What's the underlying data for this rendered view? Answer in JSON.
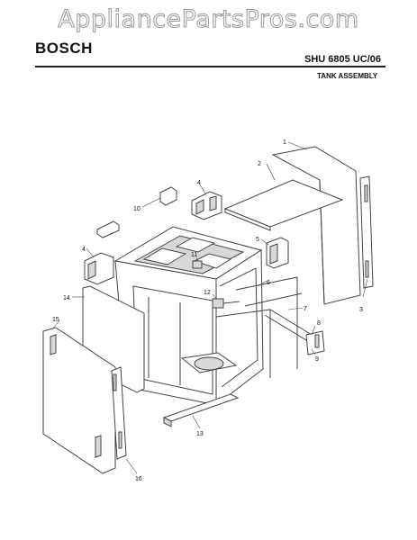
{
  "watermark": "AppliancePartsPros.com",
  "header": {
    "brand": "BOSCH",
    "model": "SHU 6805 UC/06",
    "section": "TANK ASSEMBLY"
  },
  "callouts": [
    "1",
    "2",
    "3",
    "4",
    "4",
    "5",
    "6",
    "7",
    "8",
    "9",
    "10",
    "11",
    "12",
    "13",
    "14",
    "15",
    "16"
  ]
}
